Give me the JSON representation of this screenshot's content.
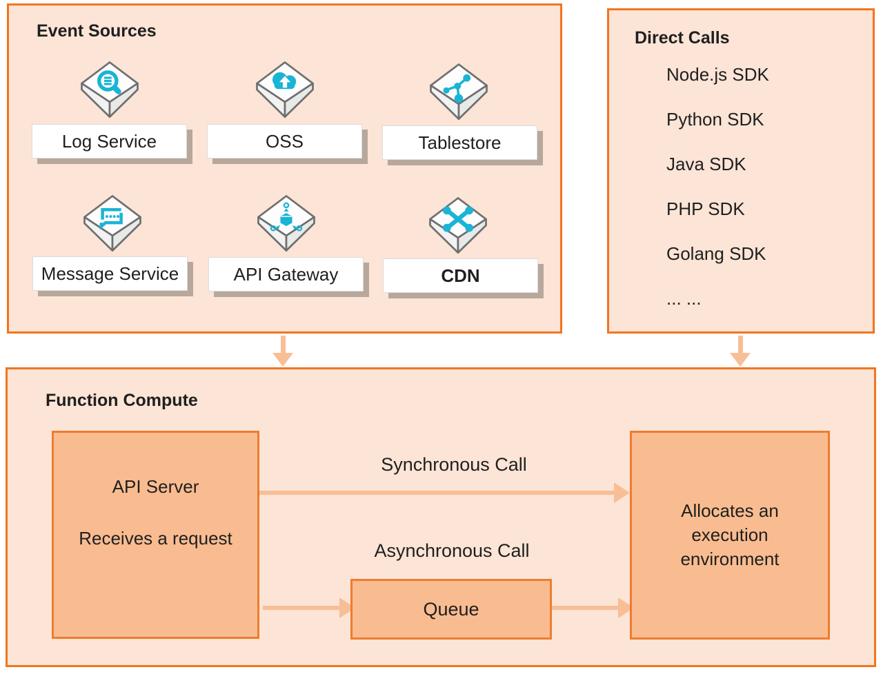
{
  "event_sources": {
    "title": "Event Sources",
    "services": [
      {
        "label": "Log Service",
        "icon": "log-service-icon"
      },
      {
        "label": "OSS",
        "icon": "oss-icon"
      },
      {
        "label": "Tablestore",
        "icon": "tablestore-icon"
      },
      {
        "label": "Message Service",
        "icon": "message-service-icon"
      },
      {
        "label": "API Gateway",
        "icon": "api-gateway-icon"
      },
      {
        "label": "CDN",
        "icon": "cdn-icon"
      }
    ]
  },
  "direct_calls": {
    "title": "Direct Calls",
    "items": [
      {
        "label": "Node.js SDK"
      },
      {
        "label": "Python SDK"
      },
      {
        "label": "Java SDK"
      },
      {
        "label": "PHP SDK"
      },
      {
        "label": "Golang SDK"
      },
      {
        "label": "... ..."
      }
    ]
  },
  "function_compute": {
    "title": "Function Compute",
    "api_server": {
      "title": "API Server",
      "subtitle": "Receives a request"
    },
    "synchronous_label": "Synchronous Call",
    "asynchronous_label": "Asynchronous Call",
    "queue": {
      "label": "Queue"
    },
    "execution_env": {
      "label": "Allocates an execution environment"
    }
  },
  "colors": {
    "panel_fill": "#fce4d6",
    "panel_border": "#f2741f",
    "inner_box_fill": "#f9bc90",
    "inner_box_border": "#ee7c2f",
    "arrow": "#f8be96",
    "icon_accent": "#19b4d6",
    "label_shadow": "#b7a89b"
  }
}
